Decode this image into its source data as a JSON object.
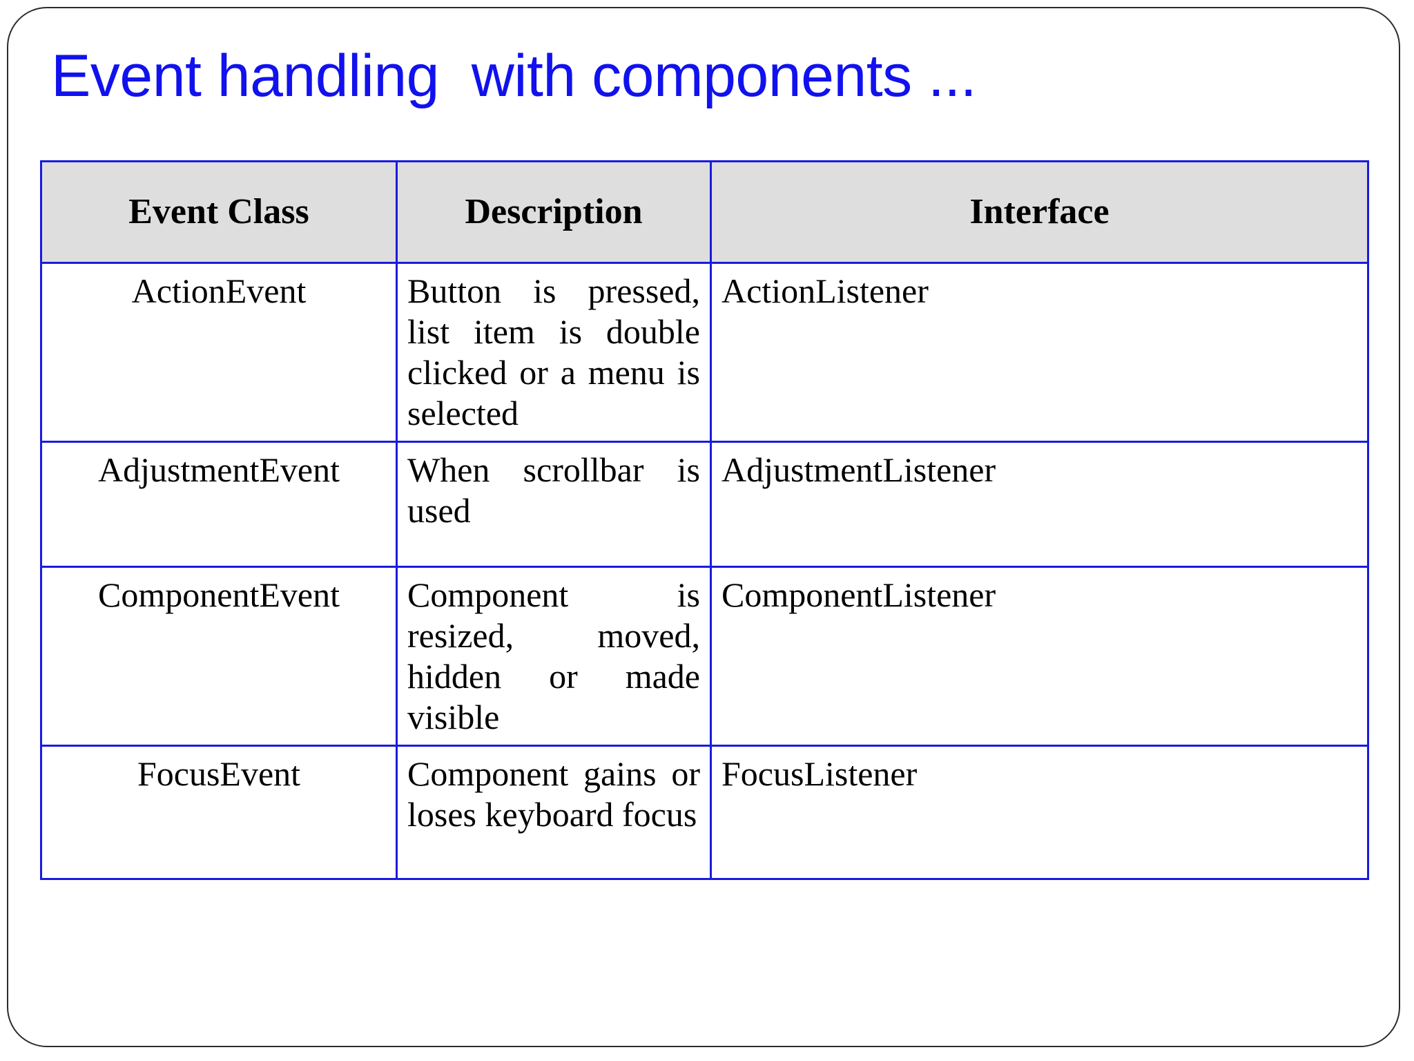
{
  "slide": {
    "title": "Event handling  with components ...",
    "title_color": "#1111ee",
    "border_color": "#2b2b2b",
    "background": "#ffffff"
  },
  "table": {
    "border_color": "#1a1ae0",
    "header_background": "#dedede",
    "columns": [
      {
        "key": "event_class",
        "label": "Event Class"
      },
      {
        "key": "description",
        "label": "Description"
      },
      {
        "key": "interface",
        "label": "Interface"
      }
    ],
    "rows": [
      {
        "event_class": "ActionEvent",
        "description": "Button is pressed, list item is double clicked or a menu is selected",
        "interface": "ActionListener"
      },
      {
        "event_class": "AdjustmentEvent",
        "description": "When scrollbar is used",
        "interface": "AdjustmentListener"
      },
      {
        "event_class": "ComponentEvent",
        "description": "Component is resized, moved, hidden or made visible",
        "interface": "ComponentListener"
      },
      {
        "event_class": "FocusEvent",
        "description": "Component gains or loses keyboard focus",
        "interface": "FocusListener"
      }
    ]
  }
}
